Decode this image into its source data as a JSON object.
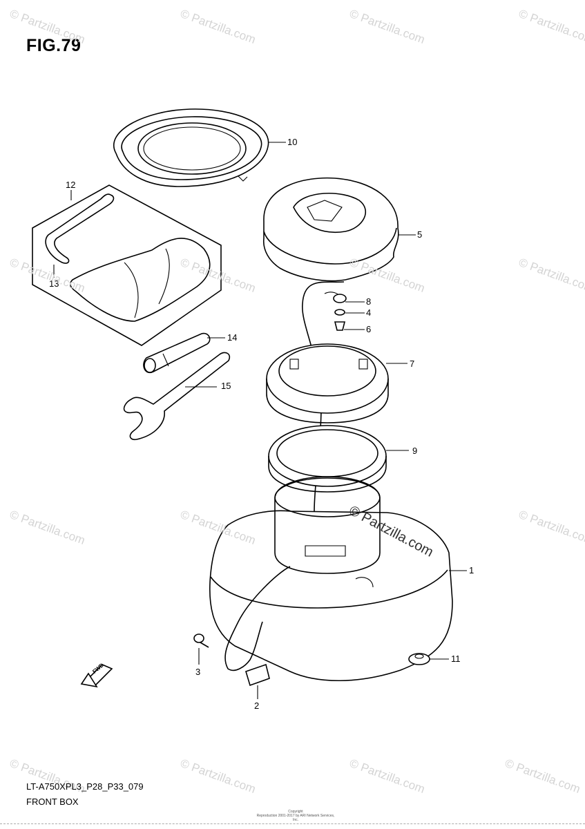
{
  "figure": {
    "title": "FIG.79"
  },
  "callouts": [
    {
      "id": "1",
      "label": "1"
    },
    {
      "id": "2",
      "label": "2"
    },
    {
      "id": "3",
      "label": "3"
    },
    {
      "id": "4",
      "label": "4"
    },
    {
      "id": "5",
      "label": "5"
    },
    {
      "id": "6",
      "label": "6"
    },
    {
      "id": "7",
      "label": "7"
    },
    {
      "id": "8",
      "label": "8"
    },
    {
      "id": "9",
      "label": "9"
    },
    {
      "id": "10",
      "label": "10"
    },
    {
      "id": "11",
      "label": "11"
    },
    {
      "id": "12",
      "label": "12"
    },
    {
      "id": "13",
      "label": "13"
    },
    {
      "id": "14",
      "label": "14"
    },
    {
      "id": "15",
      "label": "15"
    }
  ],
  "footer": {
    "code": "LT-A750XPL3_P28_P33_079",
    "name": "FRONT BOX",
    "copyright_line1": "Copyright",
    "copyright_line2": "Reproduction 2001-2017 by ARI Network Services, Inc."
  },
  "watermark": {
    "text": "© Partzilla.com"
  },
  "fwd_arrow": {
    "text": "FWD"
  }
}
